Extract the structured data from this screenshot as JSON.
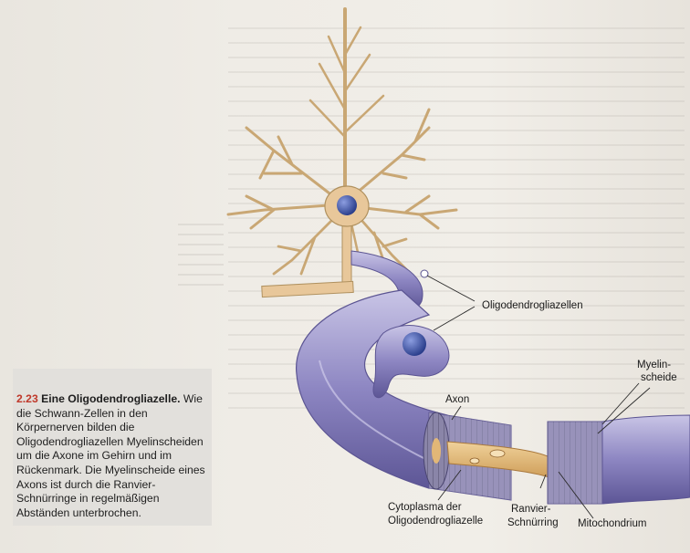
{
  "caption": {
    "figure_number": "2.23",
    "title": "Eine Oligodendrogliazelle.",
    "text": "Wie die Schwann-Zellen in den Körpernerven bilden die Oligodendrogliazellen Myelinscheiden um die Axone im Gehirn und im Rückenmark. Die Myelinscheide eines Axons ist durch die Ranvier-Schnürringe in regelmäßigen Abständen unterbrochen."
  },
  "labels": {
    "oligodendrogliazellen": "Oligodendrogliazellen",
    "axon": "Axon",
    "myelinscheide_1": "Myelin-",
    "myelinscheide_2": "scheide",
    "cytoplasma_1": "Cytoplasma der",
    "cytoplasma_2": "Oligodendrogliazelle",
    "ranvier_1": "Ranvier-",
    "ranvier_2": "Schnürring",
    "mitochondrium": "Mitochondrium"
  },
  "colors": {
    "myelin": "#8f88c2",
    "cell_body": "#e8c79a",
    "nucleus": "#3d4f9a",
    "axon": "#e2b777",
    "figure_number": "#c0392b"
  }
}
